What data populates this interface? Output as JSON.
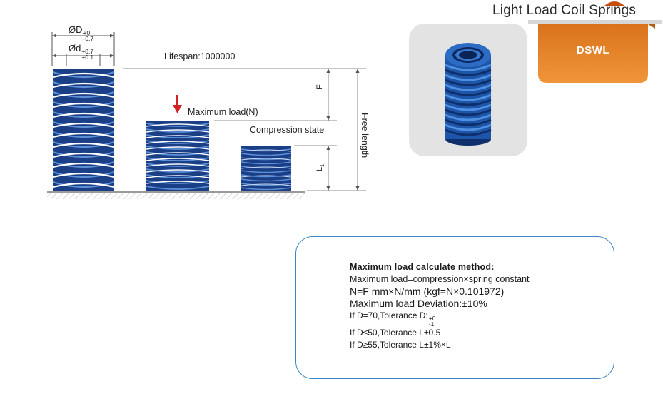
{
  "header": {
    "title": "Light Load Coil Springs",
    "code": "DSWL"
  },
  "diagram": {
    "outer_diameter_symbol": "ØD",
    "outer_tol_upper": "+0",
    "outer_tol_lower": "-0.7",
    "inner_diameter_symbol": "Ød",
    "inner_tol_upper": "+0.7",
    "inner_tol_lower": "+0.1",
    "lifespan": "Lifespan:1000000",
    "max_load": "Maximum load(N)",
    "compression_state": "Compression state",
    "free_length": "Free length",
    "F": "F",
    "L1": "L",
    "L1_sub": "1"
  },
  "info": {
    "heading": "Maximum load calculate method:",
    "line1": "Maximum load=compression×spring constant",
    "line2": "N=F mm×N/mm (kgf=N×0.101972)",
    "line3": "Maximum load Deviation:±10%",
    "line4_prefix": "If D=70,Tolerance D:",
    "line4_tol_upper": "+0",
    "line4_tol_lower": "-1",
    "line5": "If D≤50,Tolerance L±0.5",
    "line6": "If D≥55,Tolerance  L±1%×L"
  },
  "colors": {
    "spring_blue": "#1f4fa0",
    "badge_orange": "#e98a2c",
    "arrow_red": "#d32222",
    "box_border": "#3a86c8"
  }
}
